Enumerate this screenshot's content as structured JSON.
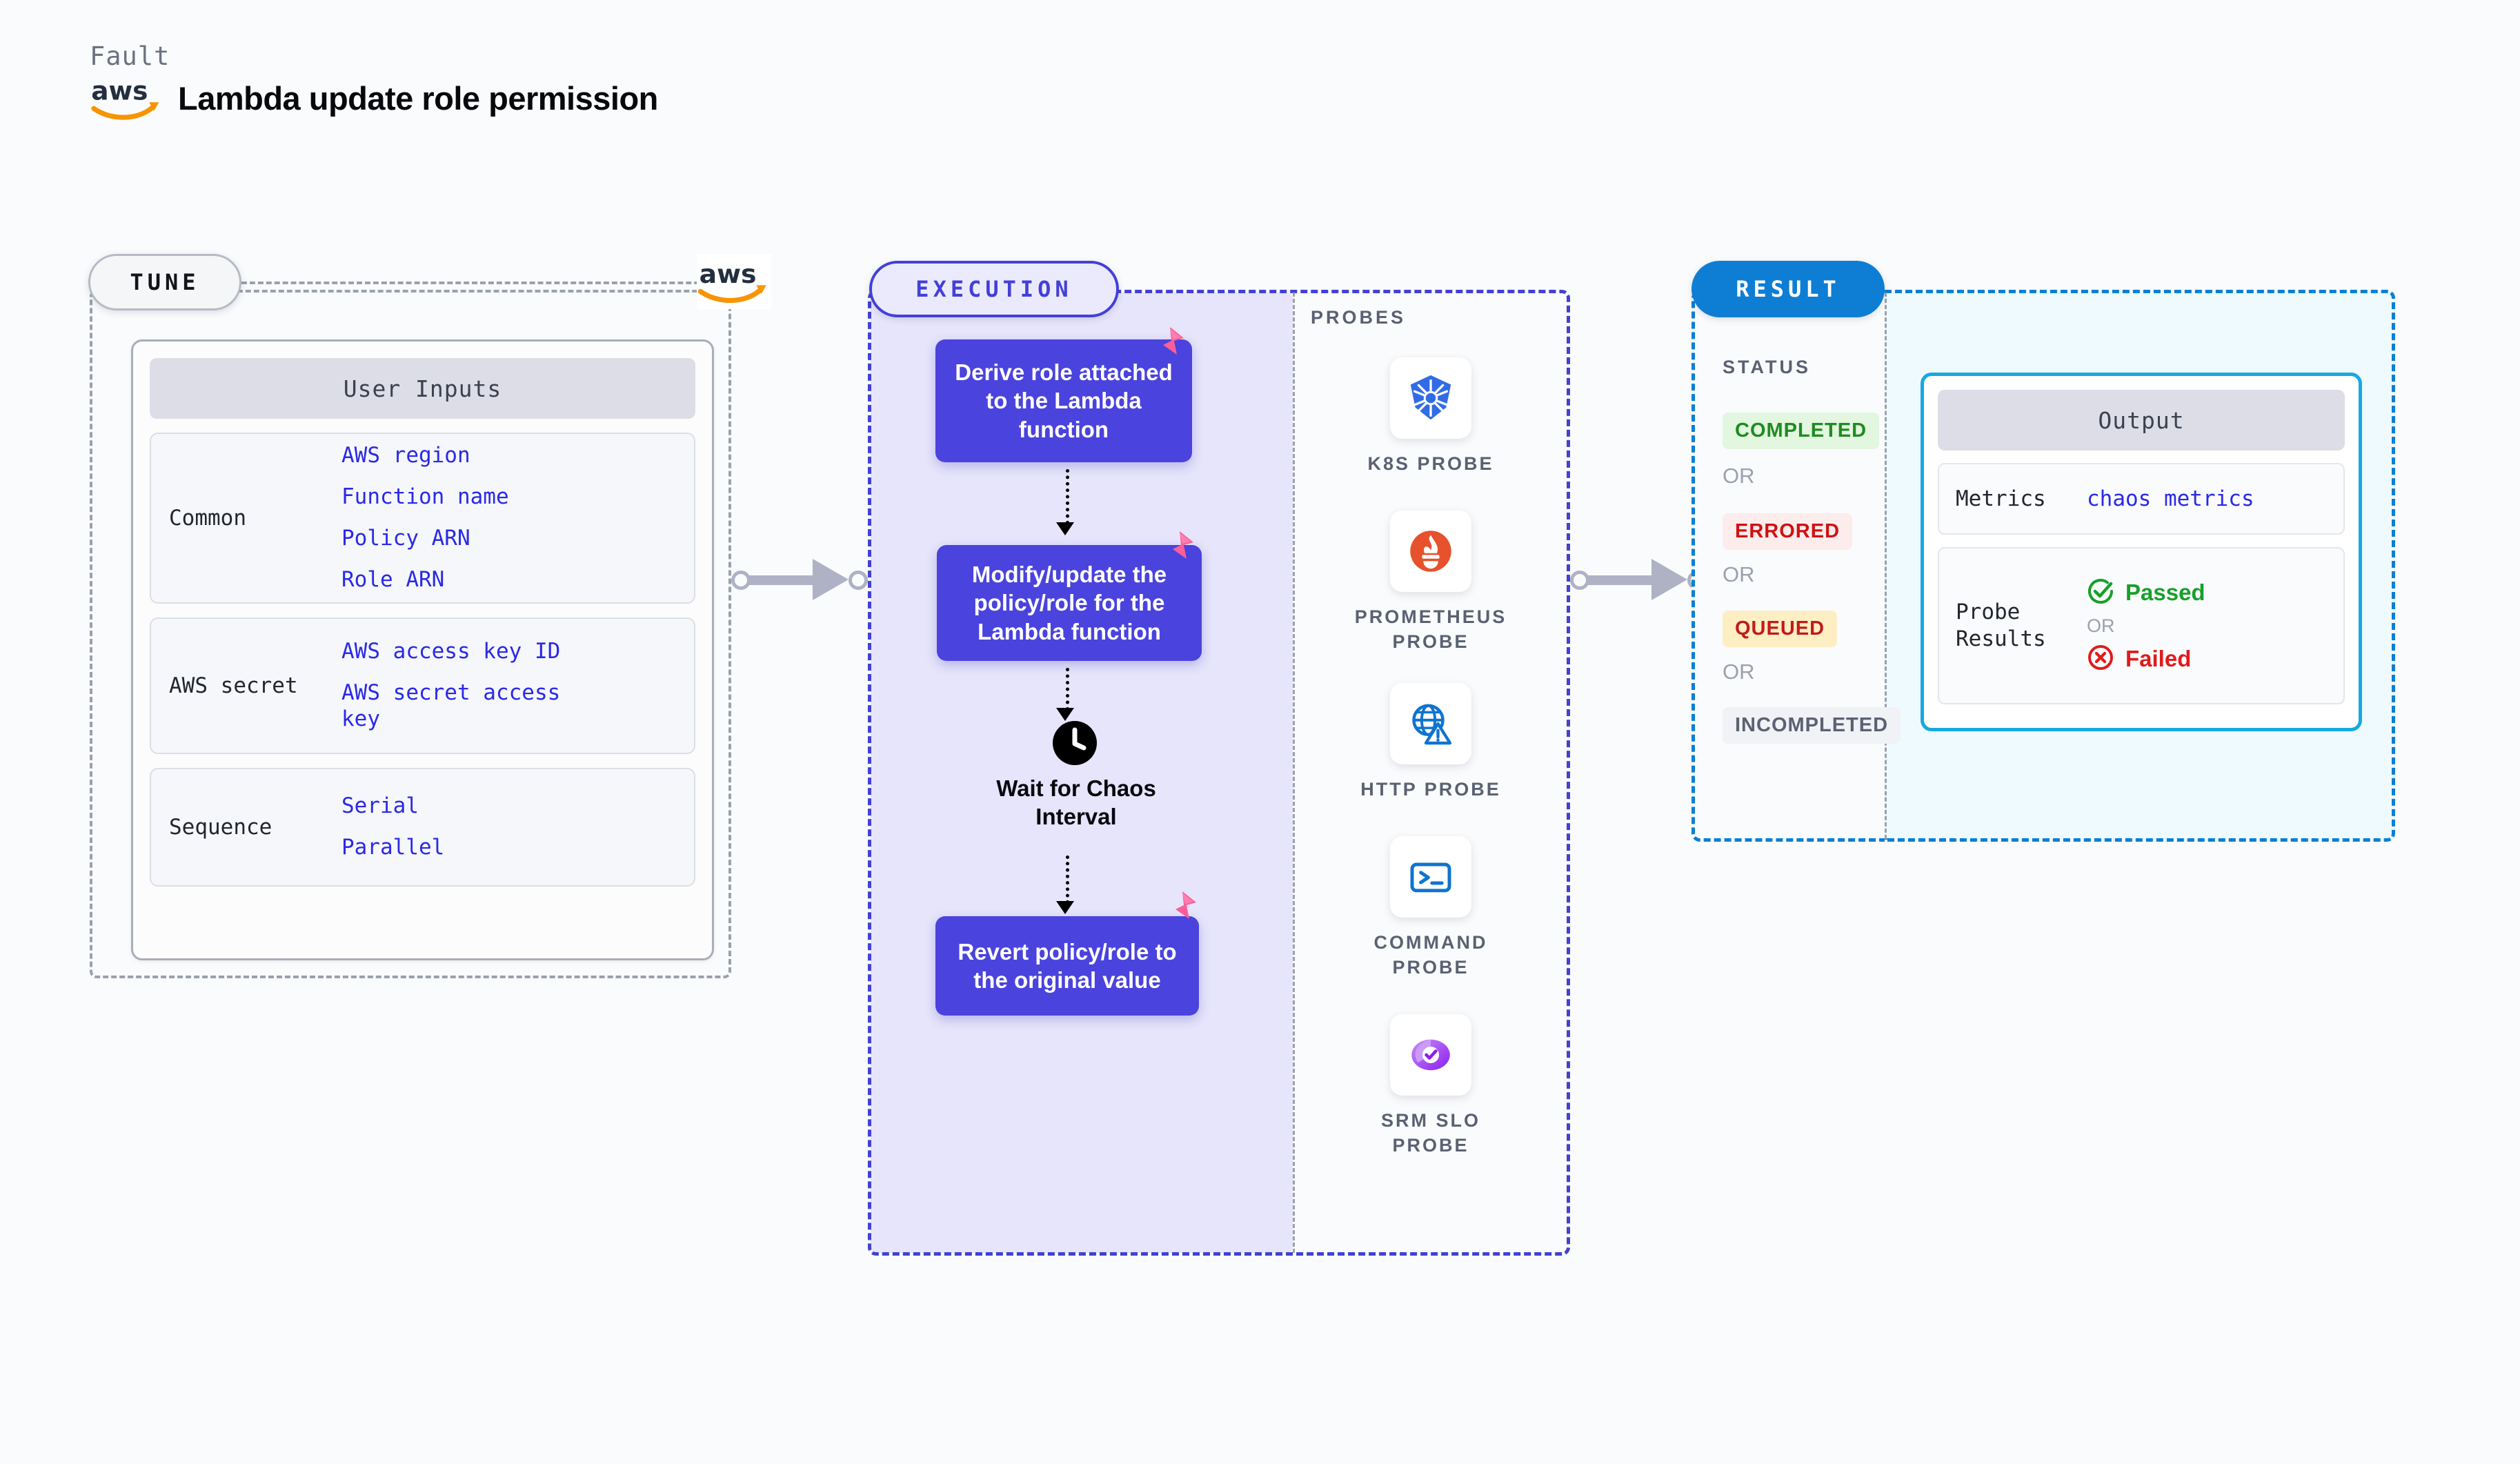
{
  "header": {
    "fault_label": "Fault",
    "logo_name": "aws-logo",
    "title": "Lambda update role permission"
  },
  "tune": {
    "pill_label": "TUNE",
    "logo_name": "aws-logo",
    "panel_title": "User Inputs",
    "groups": [
      {
        "key": "Common",
        "values": [
          "AWS region",
          "Function name",
          "Policy ARN",
          "Role ARN"
        ]
      },
      {
        "key": "AWS secret",
        "values": [
          "AWS access key ID",
          "AWS secret access key"
        ]
      },
      {
        "key": "Sequence",
        "values": [
          "Serial",
          "Parallel"
        ]
      }
    ]
  },
  "execution": {
    "pill_label": "EXECUTION",
    "steps": [
      {
        "type": "box",
        "label": "Derive role attached to the Lambda function",
        "badge": "litmus-badge"
      },
      {
        "type": "box",
        "label": "Modify/update the policy/role for the Lambda function",
        "badge": "litmus-badge"
      },
      {
        "type": "wait",
        "label": "Wait for Chaos Interval",
        "icon": "clock-icon"
      },
      {
        "type": "box",
        "label": "Revert policy/role to the original value",
        "badge": "litmus-badge"
      }
    ],
    "probes_label": "PROBES",
    "probes": [
      {
        "label": "K8S PROBE",
        "icon": "kubernetes-icon"
      },
      {
        "label": "PROMETHEUS PROBE",
        "icon": "prometheus-icon"
      },
      {
        "label": "HTTP PROBE",
        "icon": "http-globe-warning-icon"
      },
      {
        "label": "COMMAND PROBE",
        "icon": "terminal-icon"
      },
      {
        "label": "SRM SLO PROBE",
        "icon": "srm-slo-icon"
      }
    ]
  },
  "result": {
    "pill_label": "RESULT",
    "status_label": "STATUS",
    "or_label": "OR",
    "statuses": [
      {
        "label": "COMPLETED",
        "color": "#1f8b20",
        "bg": "#e2f6e0"
      },
      {
        "label": "ERRORED",
        "color": "#cf1111",
        "bg": "#fcecec"
      },
      {
        "label": "QUEUED",
        "color": "#c21a1a",
        "bg": "#fdeec4"
      },
      {
        "label": "INCOMPLETED",
        "color": "#5a6172",
        "bg": "#f1f2f6"
      }
    ],
    "output": {
      "panel_title": "Output",
      "metrics_key": "Metrics",
      "metrics_value": "chaos metrics",
      "probe_results_key": "Probe Results",
      "passed_label": "Passed",
      "or_label": "OR",
      "failed_label": "Failed"
    }
  },
  "colors": {
    "accent_purple": "#4a43dd",
    "accent_blue": "#0d7ed4",
    "cyan": "#17a9e0",
    "link_blue": "#2a29e8",
    "litmus_pink": "#fa5f9a",
    "aws_orange": "#f79400"
  }
}
